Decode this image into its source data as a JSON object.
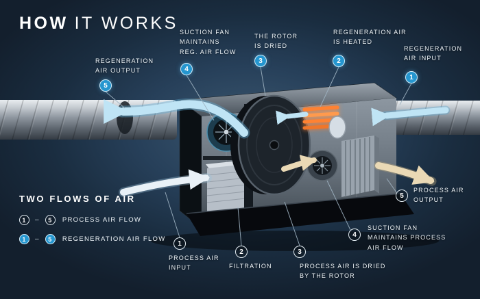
{
  "title": {
    "primary": "HOW",
    "secondary": "IT WORKS"
  },
  "legend": {
    "heading": "TWO FLOWS OF AIR",
    "separator": "–",
    "rows": [
      {
        "from": "1",
        "to": "5",
        "label": "PROCESS AIR FLOW"
      },
      {
        "from": "1",
        "to": "5",
        "label": "REGENERATION AIR FLOW"
      }
    ]
  },
  "callouts": {
    "regeneration": [
      {
        "num": "5",
        "label": "REGENERATION\nAIR OUTPUT"
      },
      {
        "num": "4",
        "label": "SUCTION FAN\nMAINTAINS\nREG. AIR FLOW"
      },
      {
        "num": "3",
        "label": "THE ROTOR\nIS DRIED"
      },
      {
        "num": "2",
        "label": "REGENERATION AIR\nIS HEATED"
      },
      {
        "num": "1",
        "label": "REGENERATION\nAIR INPUT"
      }
    ],
    "process": [
      {
        "num": "1",
        "label": "PROCESS AIR\nINPUT"
      },
      {
        "num": "2",
        "label": "FILTRATION"
      },
      {
        "num": "3",
        "label": "PROCESS AIR IS DRIED\nBY THE ROTOR"
      },
      {
        "num": "4",
        "label": "SUCTION FAN\nMAINTAINS PROCESS\nAIR FLOW"
      },
      {
        "num": "5",
        "label": "PROCESS AIR\nOUTPUT"
      }
    ]
  },
  "colors": {
    "background": "#1b2b3a",
    "regeneration_badge_blue": "#2596cf",
    "flow_arrow_blue": "#bfe4f5",
    "process_arrow_cream": "#ead9b5",
    "heater_orange": "#ff8233",
    "text": "#eef4f8"
  }
}
